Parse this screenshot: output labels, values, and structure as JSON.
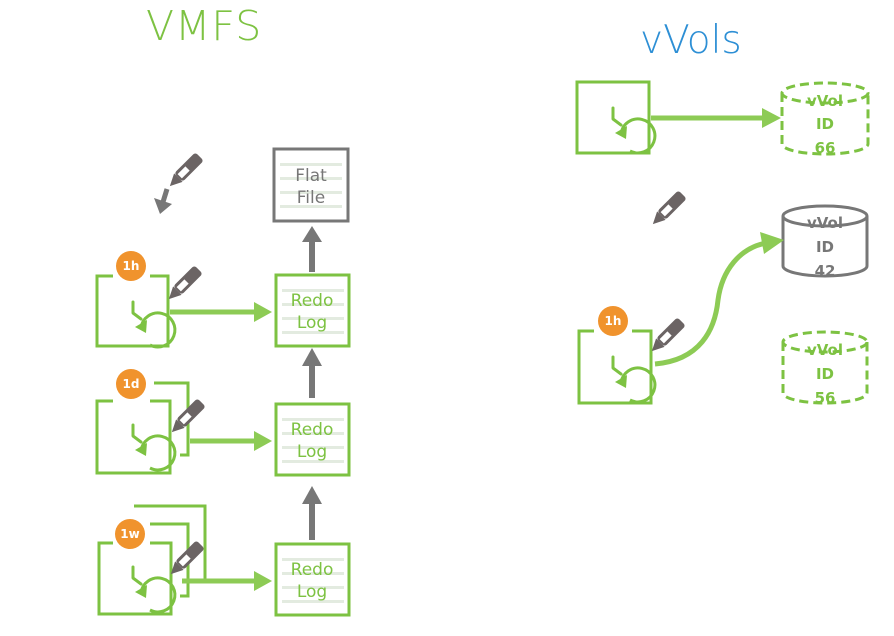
{
  "colors": {
    "green": "#7dc242",
    "light_green": "#8dcb55",
    "gray": "#777777",
    "dark_gray": "#6b6464",
    "orange": "#f0932d",
    "blue": "#2d8fd5"
  },
  "vmfs": {
    "title": "VMFS",
    "flat_file": {
      "line1": "Flat",
      "line2": "File"
    },
    "redo_logs": [
      {
        "line1": "Redo",
        "line2": "Log"
      },
      {
        "line1": "Redo",
        "line2": "Log"
      },
      {
        "line1": "Redo",
        "line2": "Log"
      }
    ],
    "snapshots": [
      {
        "badge": "1h",
        "icon": "clock-refresh-icon"
      },
      {
        "badge": "1d",
        "icon": "clock-refresh-icon"
      },
      {
        "badge": "1w",
        "icon": "clock-refresh-icon"
      }
    ]
  },
  "vvols": {
    "title": "vVols",
    "volumes": [
      {
        "line1": "vVol",
        "line2": "ID",
        "line3": "66",
        "style": "dashed-green"
      },
      {
        "line1": "vVol",
        "line2": "ID",
        "line3": "42",
        "style": "solid-gray"
      },
      {
        "line1": "vVol",
        "line2": "ID",
        "line3": "56",
        "style": "dashed-green"
      }
    ],
    "snapshots": [
      {
        "badge": "",
        "icon": "clock-refresh-icon"
      },
      {
        "badge": "1h",
        "icon": "clock-refresh-icon"
      }
    ]
  }
}
